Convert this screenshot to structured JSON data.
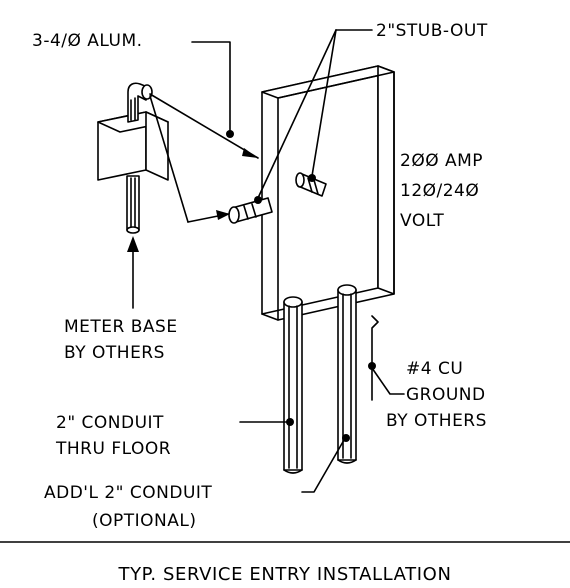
{
  "labels": {
    "conductors": "3-4/Ø ALUM.",
    "stub_out": "2\"STUB-OUT",
    "rating_amp": "2ØØ AMP",
    "rating_volt": "12Ø/24Ø",
    "rating_unit": "VOLT",
    "meter_base_1": "METER BASE",
    "meter_base_2": "BY OTHERS",
    "ground_1": "#4 CU",
    "ground_2": "GROUND",
    "ground_3": "BY OTHERS",
    "conduit_1": "2\" CONDUIT",
    "conduit_2": "THRU FLOOR",
    "addl_1": "ADD'L 2\" CONDUIT",
    "addl_2": "(OPTIONAL)"
  },
  "title": "TYP. SERVICE ENTRY INSTALLATION"
}
